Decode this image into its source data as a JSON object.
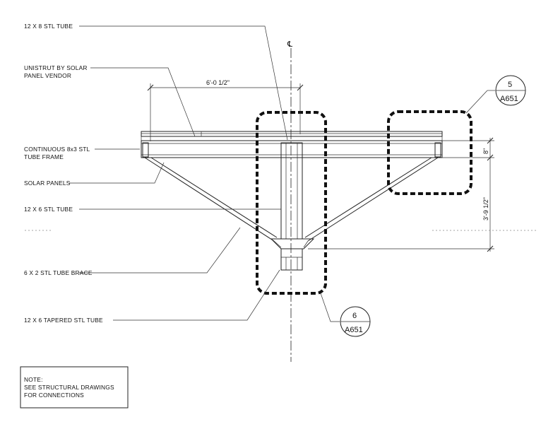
{
  "labels": {
    "tube_12x8": "12 X 8 STL TUBE",
    "unistrut_1": "UNISTRUT BY SOLAR",
    "unistrut_2": "PANEL VENDOR",
    "frame_1": "CONTINUOUS 8x3 STL",
    "frame_2": "TUBE FRAME",
    "solar_panels": "SOLAR PANELS",
    "tube_12x6": "12 X 6 STL TUBE",
    "brace": "6 X 2 STL TUBE BRACE",
    "tapered": "12 X 6 TAPERED STL TUBE"
  },
  "centerline_symbol": "℄",
  "dimensions": {
    "width": "6'-0 1/2\"",
    "frame_depth": "8\"",
    "height": "3'-9 1/2\""
  },
  "detail_callouts": [
    {
      "number": "5",
      "sheet": "A651"
    },
    {
      "number": "6",
      "sheet": "A651"
    }
  ],
  "note": {
    "line1": "NOTE:",
    "line2": "SEE STRUCTURAL DRAWINGS",
    "line3": "FOR CONNECTIONS"
  }
}
